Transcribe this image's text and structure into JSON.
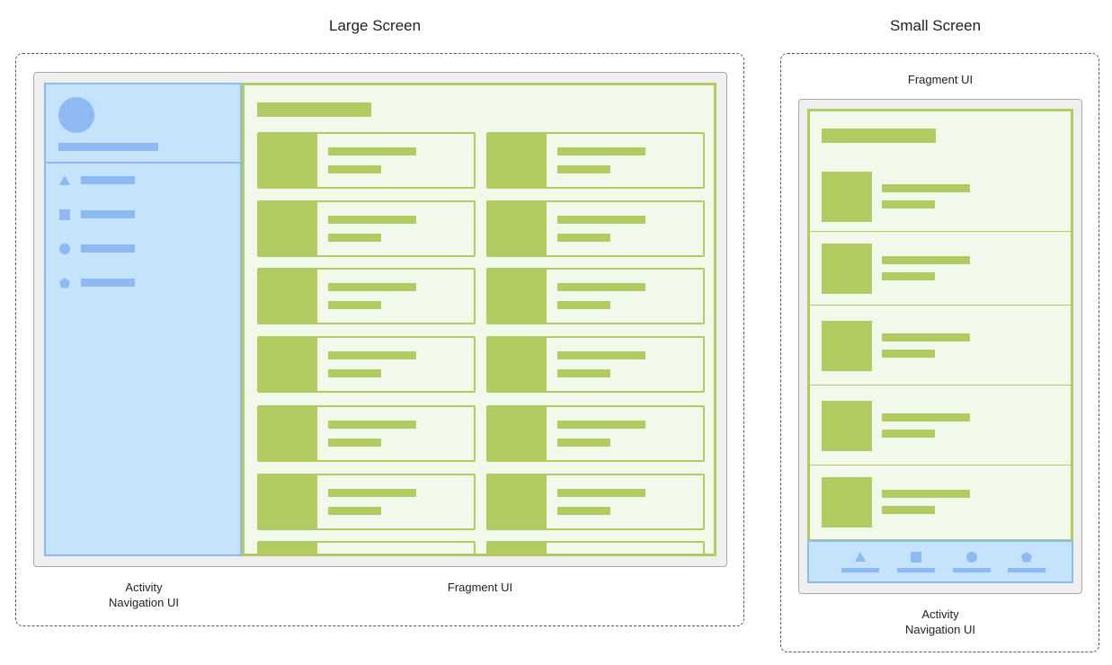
{
  "large_screen": {
    "title": "Large Screen",
    "caption_nav": [
      "Activity",
      "Navigation UI"
    ],
    "caption_fragment": "Fragment UI",
    "nav_icons": [
      "triangle-icon",
      "square-icon",
      "circle-icon",
      "pentagon-icon"
    ]
  },
  "small_screen": {
    "title": "Small Screen",
    "caption_fragment": "Fragment UI",
    "caption_nav": [
      "Activity",
      "Navigation UI"
    ],
    "nav_icons": [
      "triangle-icon",
      "square-icon",
      "circle-icon",
      "pentagon-icon"
    ]
  },
  "colors": {
    "nav_fill": "#c5e3fb",
    "nav_accent": "#8fb9f2",
    "fragment_fill": "#f1f9ea",
    "fragment_accent": "#b3cc62"
  }
}
